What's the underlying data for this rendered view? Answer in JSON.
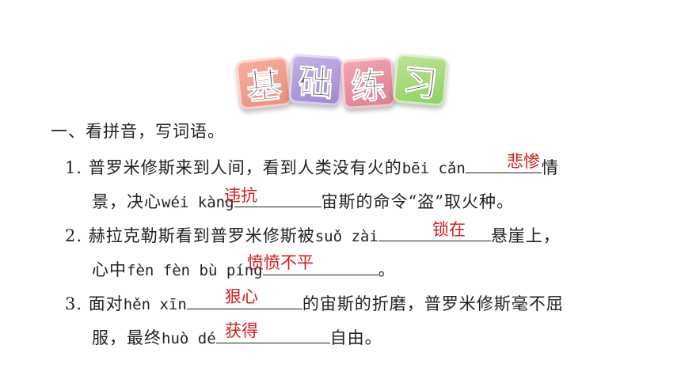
{
  "title": {
    "chars": [
      "基",
      "础",
      "练",
      "习"
    ]
  },
  "section_heading": "一、看拼音，写词语。",
  "items": [
    {
      "num": "1.",
      "line1_before": "普罗米修斯来到人间，看到人类没有火的",
      "pinyin1": "bēi cǎn",
      "line1_after": "情",
      "line2_before": "景，决心",
      "pinyin2": "wéi kàng",
      "line2_after": "宙斯的命令“盗”取火种。",
      "answer1": "悲惨",
      "answer2": "违抗"
    },
    {
      "num": "2.",
      "line1_before": "赫拉克勒斯看到普罗米修斯被",
      "pinyin1": "suǒ zài",
      "line1_after": "悬崖上，",
      "line2_before": "心中",
      "pinyin2": "fèn fèn bù píng",
      "line2_after": "。",
      "answer1": "锁在",
      "answer2": "愤愤不平"
    },
    {
      "num": "3.",
      "line1_before": "面对",
      "pinyin1": "hěn xīn",
      "line1_after": "的宙斯的折磨，普罗米修斯毫不屈",
      "line2_before": "服，最终",
      "pinyin2": "huò dé",
      "line2_after": "自由。",
      "answer1": "狠心",
      "answer2": "获得"
    }
  ],
  "colors": {
    "answer": "#d21e1e",
    "tile1": "#e98f7c",
    "tile2": "#9f86cf",
    "tile3": "#dc7c8f",
    "tile4": "#8fcf60"
  }
}
